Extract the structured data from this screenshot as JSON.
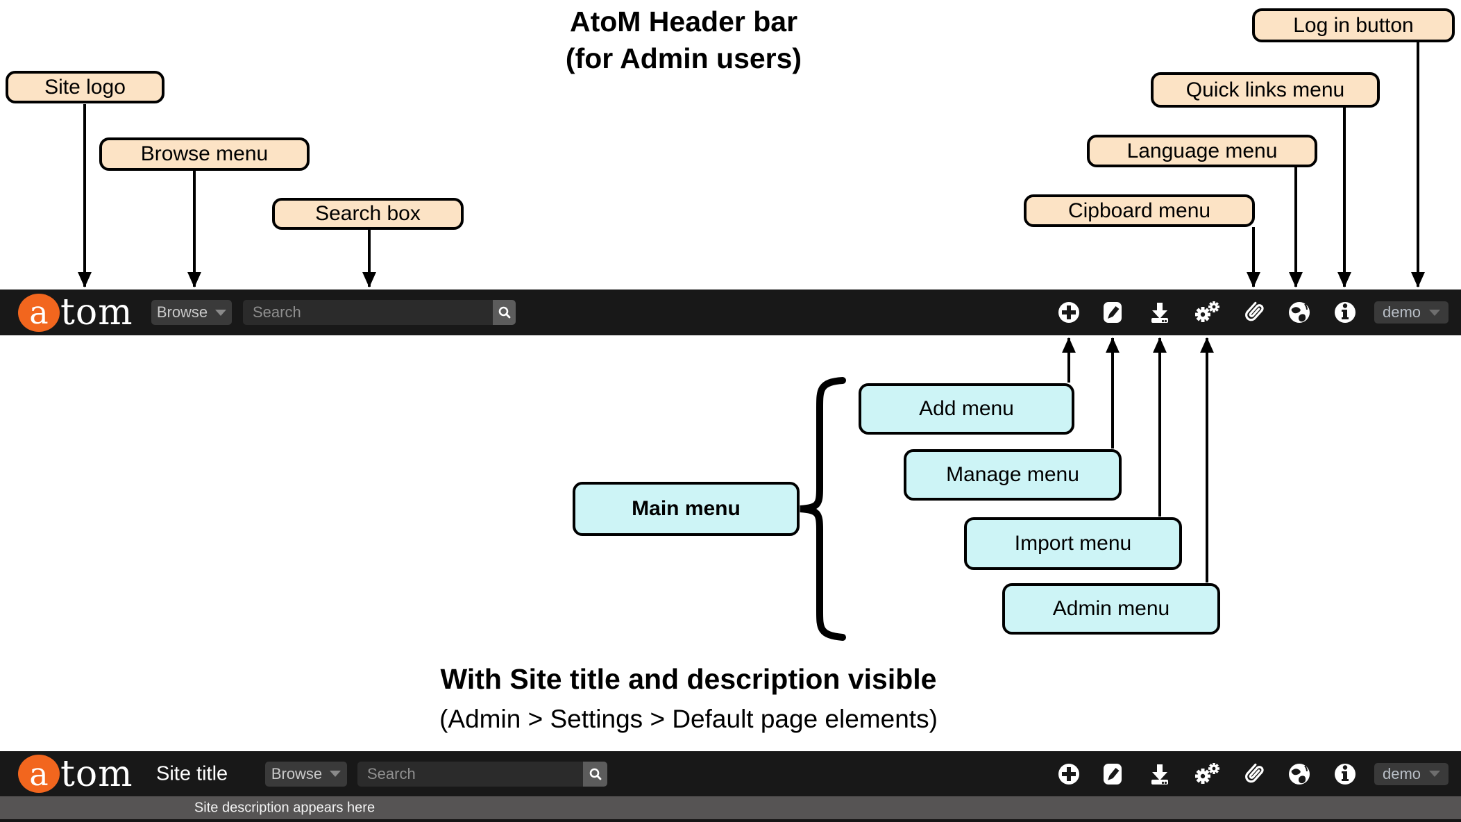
{
  "title": {
    "line1": "AtoM Header bar",
    "line2": "(for Admin users)"
  },
  "section2": {
    "line1": "With Site title and description visible",
    "line2": "(Admin > Settings > Default page elements)"
  },
  "callouts": {
    "site_logo": "Site logo",
    "browse_menu": "Browse menu",
    "search_box": "Search box",
    "clipboard_menu": "Cipboard menu",
    "language_menu": "Language menu",
    "quick_links_menu": "Quick links menu",
    "login_button": "Log in button",
    "add_menu": "Add menu",
    "manage_menu": "Manage menu",
    "import_menu": "Import menu",
    "admin_menu": "Admin menu",
    "main_menu": "Main menu"
  },
  "header": {
    "logo_a": "a",
    "logo_rest": "tom",
    "browse_label": "Browse",
    "search_placeholder": "Search",
    "user_label": "demo",
    "site_title": "Site title",
    "site_description": "Site description appears here",
    "menu_icons": [
      "plus-circle-icon",
      "pencil-square-icon",
      "import-download-icon",
      "gears-icon",
      "paperclip-icon",
      "globe-icon",
      "info-icon"
    ]
  },
  "colors": {
    "bar_background": "#181818",
    "logo_orange": "#f2661e",
    "callout_peach": "#fce3c5",
    "callout_cyan": "#cdf4f6",
    "description_bar_gray": "#565454"
  }
}
